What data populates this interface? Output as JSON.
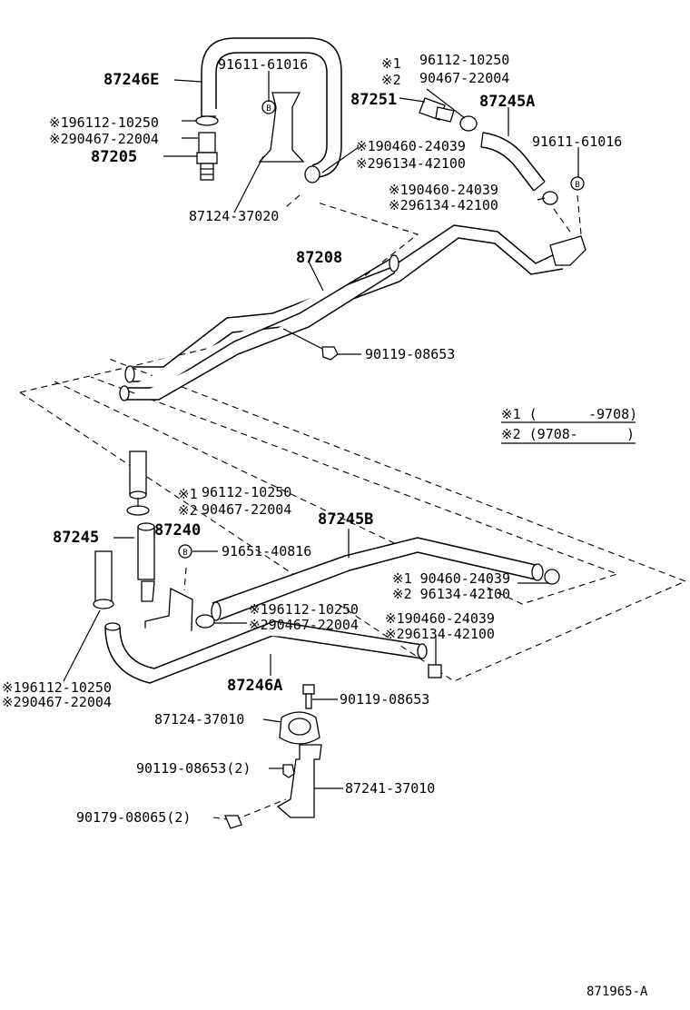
{
  "labels": {
    "l_87246E": "87246E",
    "l_91611_top": "91611-61016",
    "l_961_a": "※196112-10250",
    "l_904_a": "※290467-22004",
    "l_87205": "87205",
    "l_87124_37020": "87124-37020",
    "l_s1_top": "※1",
    "l_s2_top": "※2",
    "l_96112_top": "96112-10250",
    "l_90467_top": "90467-22004",
    "l_87251": "87251",
    "l_87245A": "87245A",
    "l_904_b": "※190460-24039",
    "l_961_b": "※296134-42100",
    "l_91611_right": "91611-61016",
    "l_904_c": "※190460-24039",
    "l_961_c": "※296134-42100",
    "l_87208": "87208",
    "l_90119_top": "90119-08653",
    "l_legend1_mark": "※1 (",
    "l_legend1_val": "-9708)",
    "l_legend2_mark": "※2 (9708-",
    "l_legend2_val": ")",
    "l_s1_mid": "※1",
    "l_s2_mid": "※2",
    "l_96112_mid": "96112-10250",
    "l_90467_mid": "90467-22004",
    "l_87245": "87245",
    "l_87240": "87240",
    "l_87245B": "87245B",
    "l_91651": "91651-40816",
    "l_904_d": "※1 90460-24039",
    "l_961_d": "※2 96134-42100",
    "l_961_e": "※196112-10250",
    "l_904_e": "※290467-22004",
    "l_904_f": "※190460-24039",
    "l_961_f": "※296134-42100",
    "l_961_g": "※196112-10250",
    "l_904_g": "※290467-22004",
    "l_87246A": "87246A",
    "l_90119_mid": "90119-08653",
    "l_87124_37010": "87124-37010",
    "l_90119_bot": "90119-08653(2)",
    "l_87241": "87241-37010",
    "l_90179": "90179-08065(2)",
    "l_diagram_id": "871965-A"
  }
}
